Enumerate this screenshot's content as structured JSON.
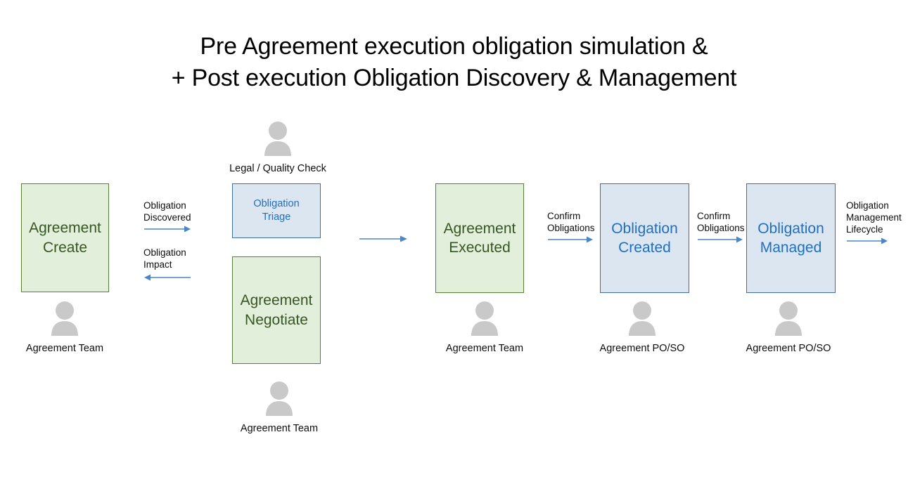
{
  "title": {
    "line1": "Pre Agreement execution obligation simulation &",
    "line2": "+ Post execution Obligation Discovery & Management"
  },
  "colors": {
    "green_fill": "#E2EFDA",
    "green_border": "#548235",
    "green_text": "#375623",
    "blue_fill": "#DCE6F1",
    "blue_border": "#3E6FA3",
    "blue_text": "#1F6FC0",
    "arrow": "#4A86C8",
    "person_icon": "#C9C9C9",
    "text": "#0D0D0D"
  },
  "nodes": [
    {
      "id": "agreement-create",
      "line1": "Agreement",
      "line2": "Create"
    },
    {
      "id": "obligation-triage",
      "line1": "Obligation",
      "line2": "Triage"
    },
    {
      "id": "agreement-negotiate",
      "line1": "Agreement",
      "line2": "Negotiate"
    },
    {
      "id": "agreement-executed",
      "line1": "Agreement",
      "line2": "Executed"
    },
    {
      "id": "obligation-created",
      "line1": "Obligation",
      "line2": "Created"
    },
    {
      "id": "obligation-managed",
      "line1": "Obligation",
      "line2": "Managed"
    }
  ],
  "actors": [
    {
      "id": "legal-quality-check",
      "label": "Legal / Quality Check",
      "icon": "person-icon"
    },
    {
      "id": "agreement-team-create",
      "label": "Agreement Team",
      "icon": "person-icon"
    },
    {
      "id": "agreement-team-negotiate",
      "label": "Agreement Team",
      "icon": "person-icon"
    },
    {
      "id": "agreement-team-executed",
      "label": "Agreement Team",
      "icon": "person-icon"
    },
    {
      "id": "agreement-poso-created",
      "label": "Agreement PO/SO",
      "icon": "person-icon"
    },
    {
      "id": "agreement-poso-managed",
      "label": "Agreement PO/SO",
      "icon": "person-icon"
    }
  ],
  "connectors": [
    {
      "id": "obligation-discovered",
      "line1": "Obligation",
      "line2": "Discovered",
      "line3": "",
      "direction": "right"
    },
    {
      "id": "obligation-impact",
      "line1": "Obligation",
      "line2": "Impact",
      "line3": "",
      "direction": "left"
    },
    {
      "id": "negotiate-to-executed",
      "line1": "",
      "line2": "",
      "line3": "",
      "direction": "right"
    },
    {
      "id": "confirm-obligations-1",
      "line1": "Confirm",
      "line2": "Obligations",
      "line3": "",
      "direction": "right"
    },
    {
      "id": "confirm-obligations-2",
      "line1": "Confirm",
      "line2": "Obligations",
      "line3": "",
      "direction": "right"
    },
    {
      "id": "obligation-management-lifecycle",
      "line1": "Obligation",
      "line2": "Management",
      "line3": "Lifecycle",
      "direction": "right"
    }
  ]
}
